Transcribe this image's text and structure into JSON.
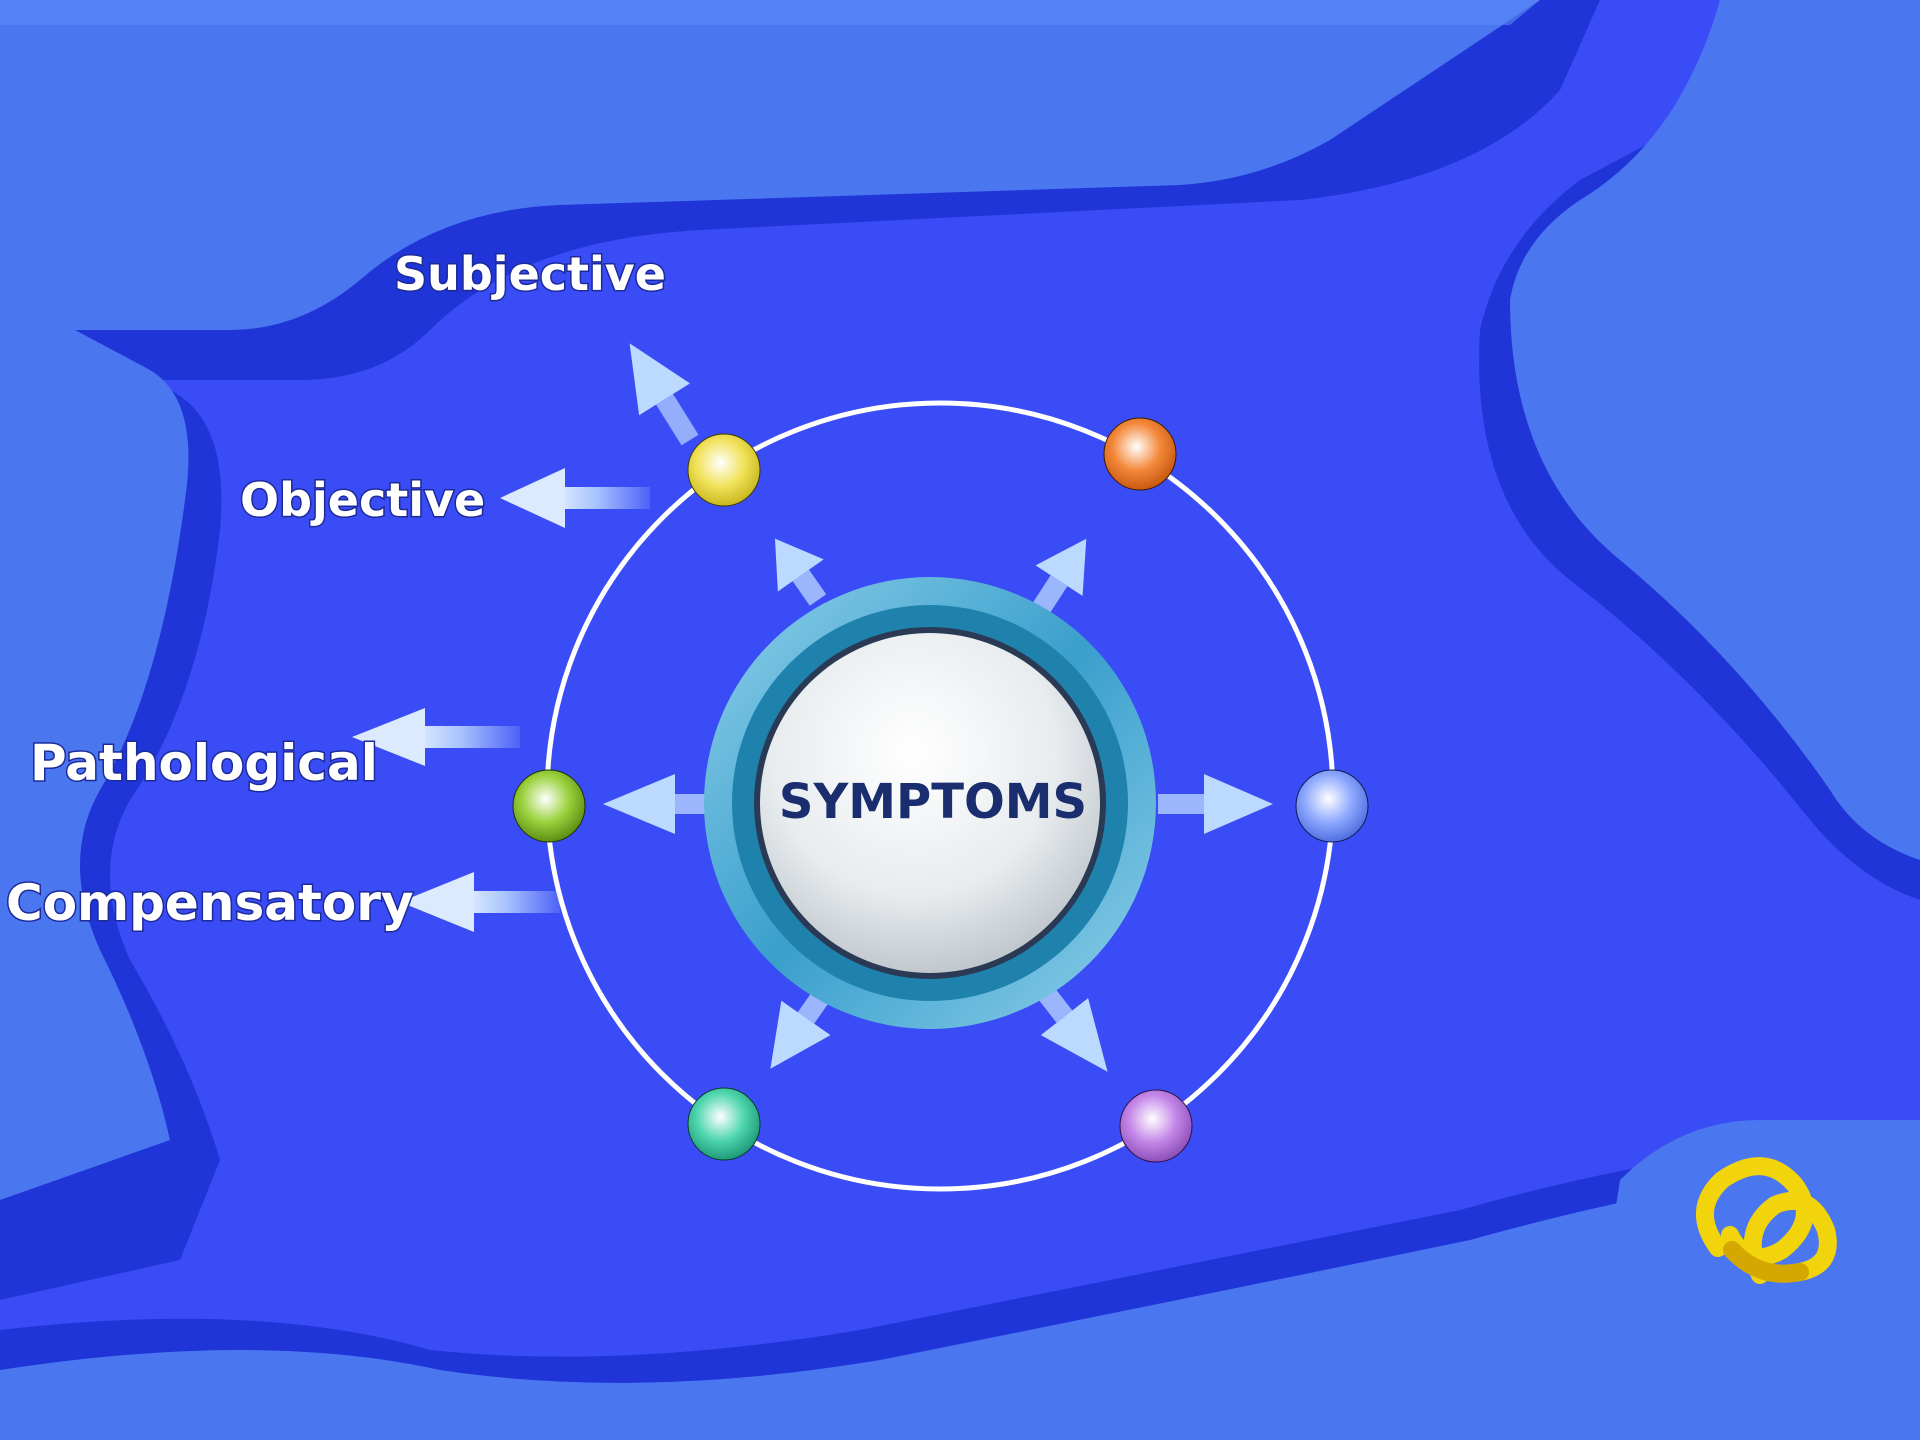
{
  "diagram": {
    "center_label": "SYMPTOMS",
    "outer_labels": {
      "subjective": "Subjective",
      "objective": "Objective",
      "pathological": "Pathological",
      "compensatory": "Compensatory"
    }
  },
  "colors": {
    "background": "#3a4cf5",
    "raised_panel": "#4a76f0",
    "panel_shadow": "#1f35d8",
    "ring": "#ffffff",
    "hub_outer": "#5ab0d8",
    "hub_dark": "#1f82ad",
    "center_text": "#1a2d6e",
    "arrow": "#bcd9ff",
    "node_yellow": "#f1e25a",
    "node_orange": "#f4883a",
    "node_blue": "#8ea9ff",
    "node_green": "#9ad13c",
    "node_teal": "#4fd6ae",
    "node_purple": "#c487e8",
    "logo": "#f1d40c"
  },
  "icons": {
    "logo": "yellow-knot-icon"
  }
}
